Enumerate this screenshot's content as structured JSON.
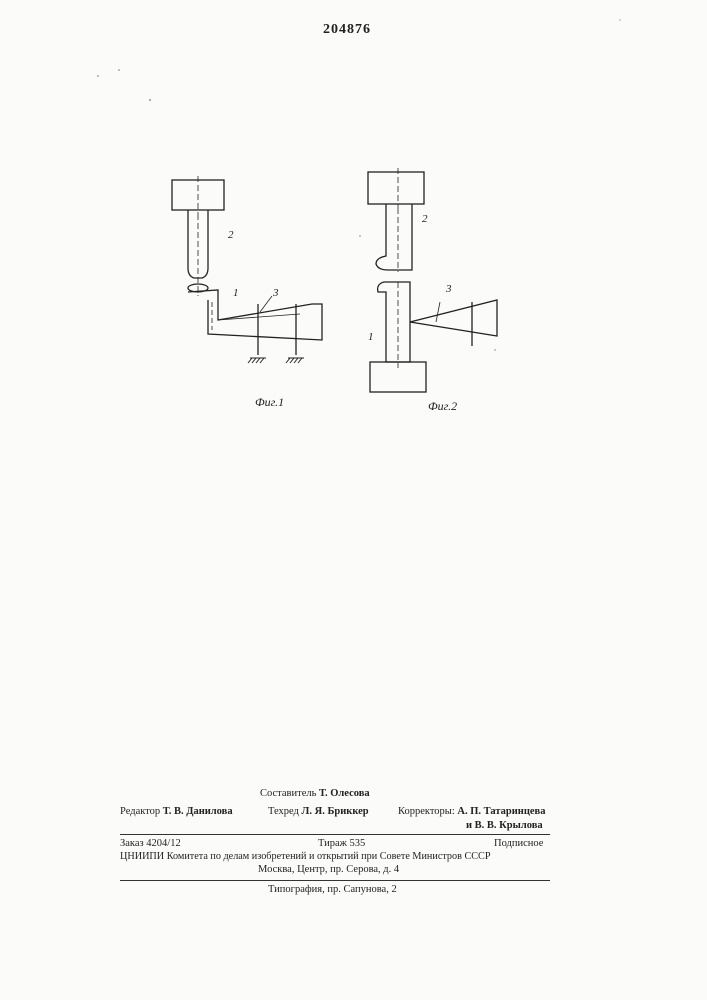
{
  "patent_number": "204876",
  "figures": {
    "fig1": {
      "caption": "Фиг.1",
      "labels": {
        "part1": "1",
        "part2": "2",
        "part3": "3"
      }
    },
    "fig2": {
      "caption": "Фиг.2",
      "labels": {
        "part1": "1",
        "part2": "2",
        "part3": "3"
      }
    }
  },
  "credits": {
    "compiler": {
      "label": "Составитель",
      "name": "Т. Олесова"
    },
    "editor": {
      "label": "Редактор",
      "name": "Т. В. Данилова"
    },
    "techeditor": {
      "label": "Техред",
      "name": "Л. Я. Бриккер"
    },
    "correctors": {
      "label": "Корректоры:",
      "name1": "А. П. Татаринцева",
      "name2": "и В. В. Крылова"
    }
  },
  "imprint": {
    "order": "Заказ 4204/12",
    "circulation": "Тираж 535",
    "subscription": "Подписное",
    "org": "ЦНИИПИ Комитета по делам изобретений и открытий при Совете Министров СССР",
    "address": "Москва, Центр, пр. Серова, д. 4",
    "printer": "Типография, пр. Сапунова, 2"
  }
}
